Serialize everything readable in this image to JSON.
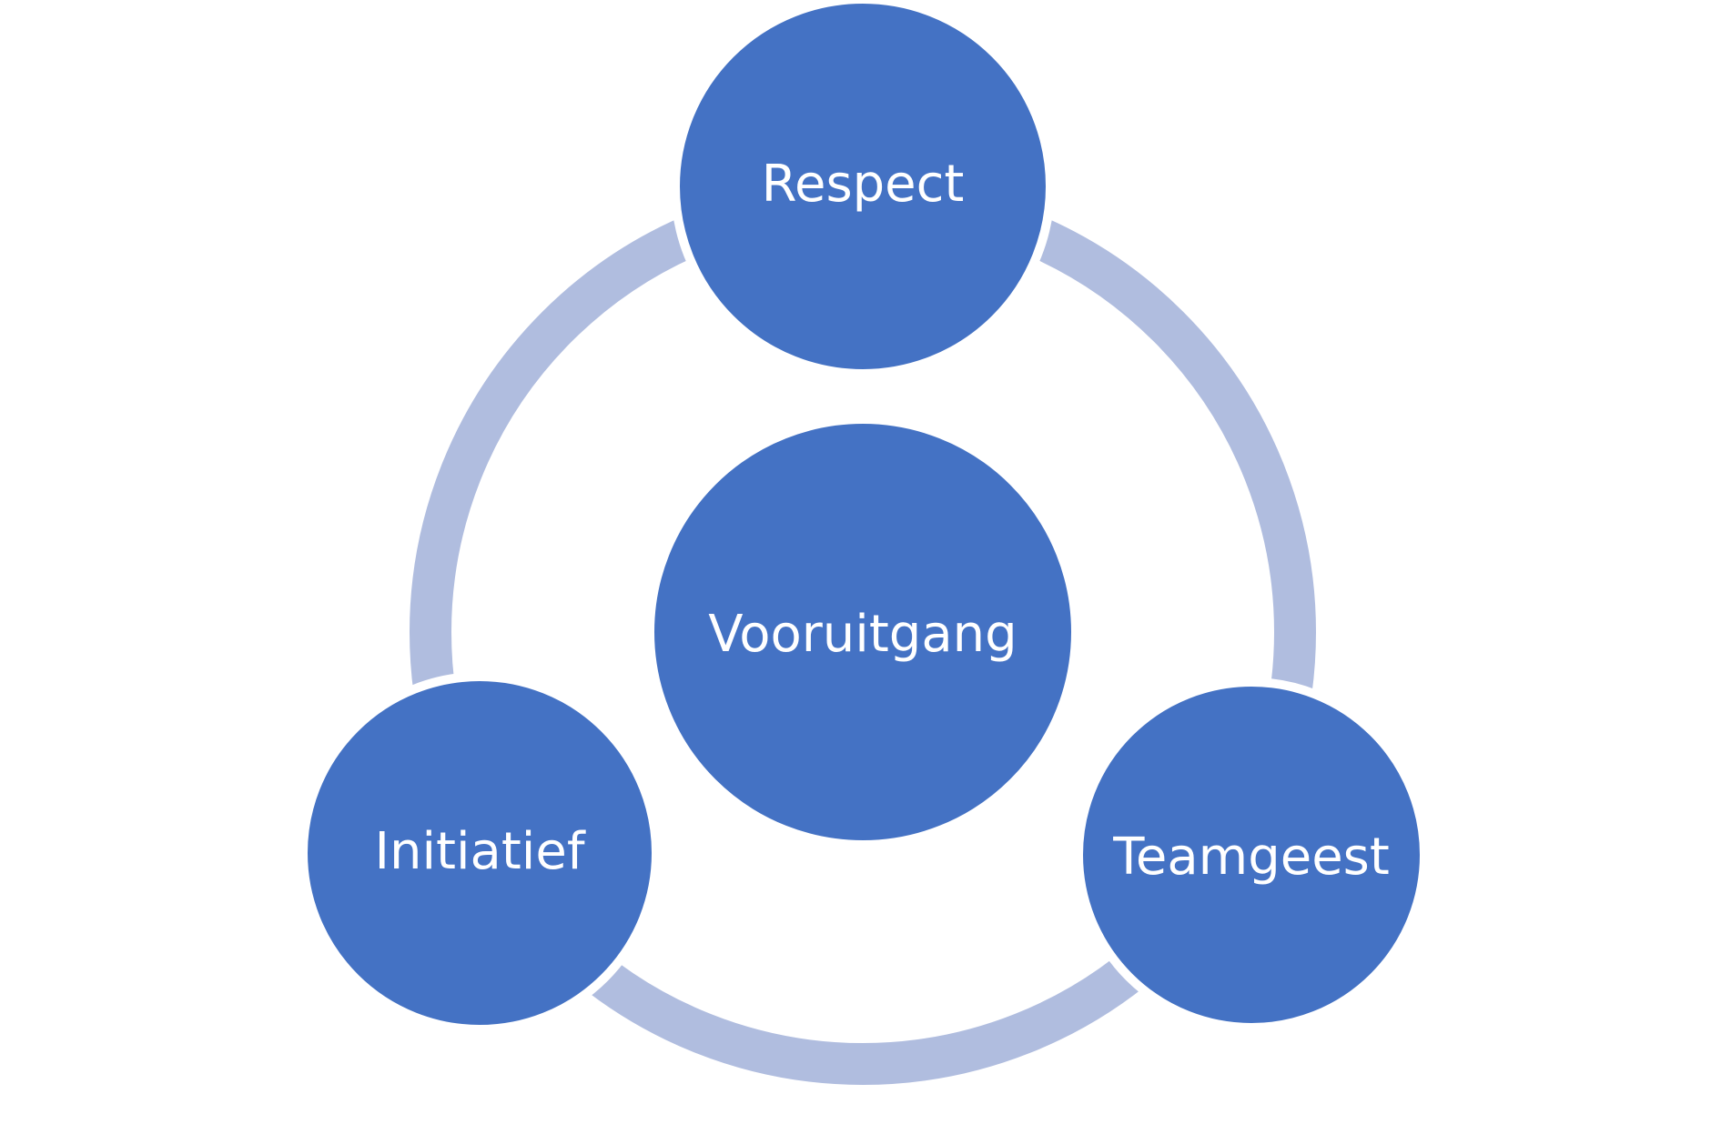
{
  "diagram": {
    "center": {
      "label": "Vooruitgang"
    },
    "nodes": [
      {
        "id": "respect",
        "label": "Respect"
      },
      {
        "id": "teamgeest",
        "label": "Teamgeest"
      },
      {
        "id": "initiatief",
        "label": "Initiatief"
      }
    ]
  },
  "colors": {
    "background": "#ffffff",
    "node_fill": "#4472C4",
    "node_stroke": "#ffffff",
    "ring": "#B0BDDF",
    "label": "#ffffff"
  }
}
